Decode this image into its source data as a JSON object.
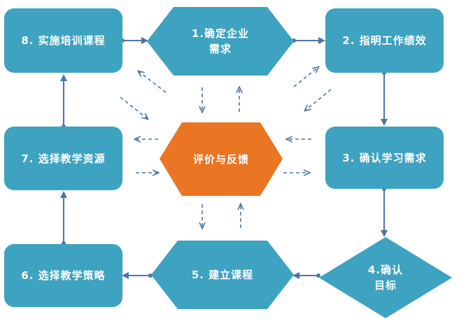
{
  "colors": {
    "node_fill": "#3ea2c1",
    "center_fill": "#ea7523",
    "arrow": "#4e74a8"
  },
  "nodes": {
    "step1": "1.确定企业\n需求",
    "step2": "2. 指明工作绩效",
    "step3": "3. 确认学习需求",
    "step4": "4.确认\n目标",
    "step5": "5. 建立课程",
    "step6": "6. 选择教学策略",
    "step7": "7. 选择教学资源",
    "step8": "8. 实施培训课程",
    "center": "评价与反馈"
  }
}
